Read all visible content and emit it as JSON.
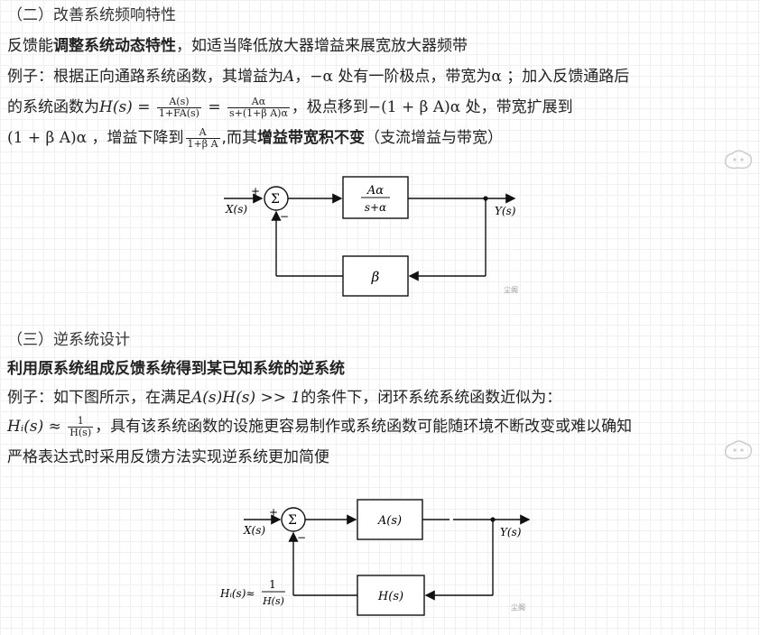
{
  "section2": {
    "heading": "（二）改善系统频响特性",
    "line1_pre": "反馈能",
    "line1_bold": "调整系统动态特性",
    "line1_post": "，如适当降低放大器增益来展宽放大器频带",
    "example_pre": "例子：根据正向通路系统函数，其增益为",
    "example_A": "A",
    "example_mid1": "，",
    "example_neg_alpha": "−α",
    "example_mid2": " 处有一阶极点，带宽为",
    "example_alpha": "α",
    "example_post": " ；加入反馈通路后",
    "line3_pre": "的系统函数为",
    "line3_H": "H(s) = ",
    "frac1_num": "A(s)",
    "frac1_den": "1+FA(s)",
    "eq": " = ",
    "frac2_num": "Aα",
    "frac2_den": "s+(1+β A)α",
    "line3_mid": "，极点移到",
    "line3_pole": "−(1 + β  A)α",
    "line3_post": " 处，带宽扩展到",
    "line4_bw": "(1 + β  A)α",
    "line4_mid": " ，增益下降到",
    "frac3_num": "A",
    "frac3_den": "1+β A",
    "line4_mid2": ",而其",
    "line4_bold": "增益带宽积不变",
    "line4_post": "（支流增益与带宽）",
    "diagram": {
      "input_label": "X(s)",
      "output_label": "Y(s)",
      "plus": "+",
      "minus": "−",
      "sum": "Σ",
      "forward_num": "Aα",
      "forward_den": "s+α",
      "feedback": "β",
      "watermark": "尘阁"
    }
  },
  "section3": {
    "heading": "（三）逆系统设计",
    "bold_line": "利用原系统组成反馈系统得到某已知系统的逆系统",
    "example_pre": "例子：如下图所示，在满足",
    "condition": "A(s)H(s) >> 1",
    "example_post": "的条件下，闭环系统系统函数近似为：",
    "line3_Hi": "Hᵢ(s) ≈ ",
    "frac_num": "1",
    "frac_den": "H(s)",
    "line3_post": "，具有该系统函数的设施更容易制作或系统函数可能随环境不断改变或难以确知",
    "line4": "严格表达式时采用反馈方法实现逆系统更加简便",
    "diagram": {
      "input_label": "X(s)",
      "output_label": "Y(s)",
      "plus": "+",
      "minus": "−",
      "sum": "Σ",
      "forward": "A(s)",
      "feedback": "H(s)",
      "hi_label": "Hᵢ(s)≈",
      "hi_num": "1",
      "hi_den": "H(s)",
      "watermark": "尘阁"
    }
  }
}
